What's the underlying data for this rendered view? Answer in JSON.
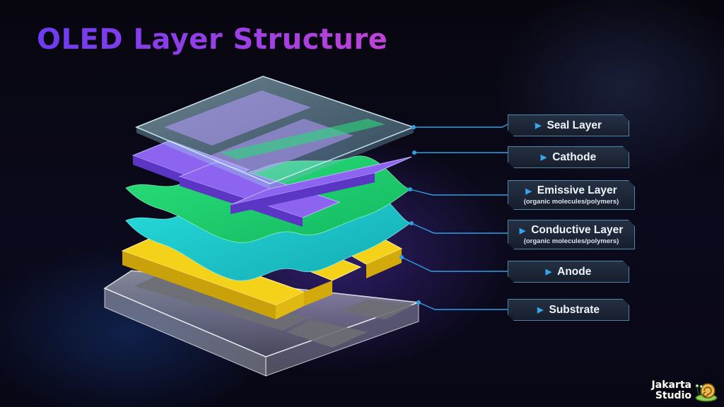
{
  "title": "OLED Layer Structure",
  "layers": [
    {
      "label": "Seal Layer",
      "sublabel": "",
      "color": "#9fd6e6"
    },
    {
      "label": "Cathode",
      "sublabel": "",
      "color": "#7b52e8"
    },
    {
      "label": "Emissive Layer",
      "sublabel": "(organic molecules/polymers)",
      "color": "#22d873"
    },
    {
      "label": "Conductive Layer",
      "sublabel": "(organic molecules/polymers)",
      "color": "#21d3d3"
    },
    {
      "label": "Anode",
      "sublabel": "",
      "color": "#f2cb0f"
    },
    {
      "label": "Substrate",
      "sublabel": "",
      "color": "#c9c9d6"
    }
  ],
  "accent_color": "#35a6ee",
  "watermark": {
    "line1": "Jakarta",
    "line2": "Studio",
    "icon": "snail-icon"
  }
}
